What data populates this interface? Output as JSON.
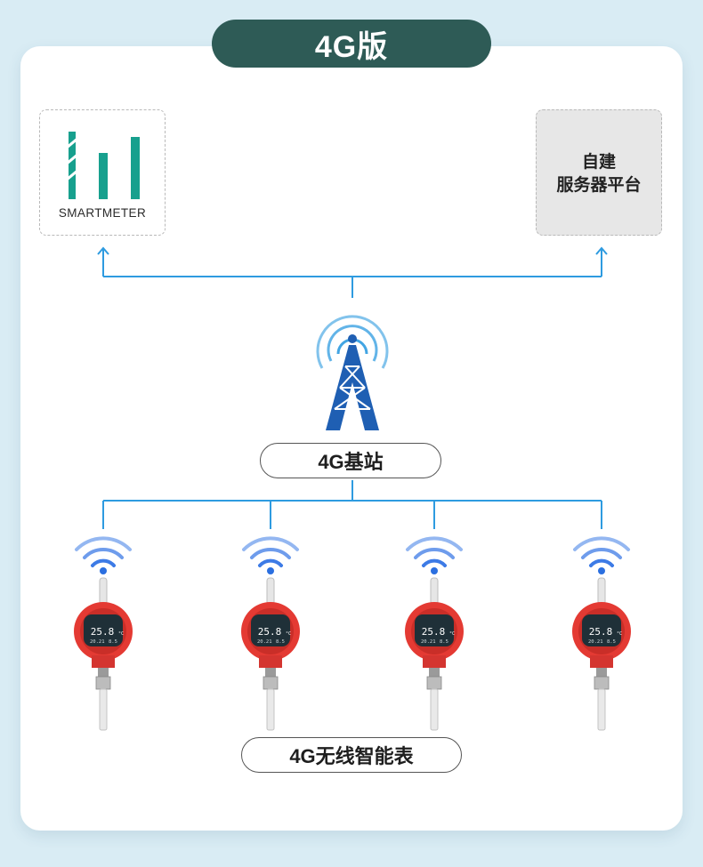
{
  "header": {
    "title": "4G版"
  },
  "platform_left": {
    "logo_text": "SMARTMETER"
  },
  "platform_right": {
    "line1": "自建",
    "line2": "服务器平台"
  },
  "base_station": {
    "label": "4G基站"
  },
  "meters": {
    "label": "4G无线智能表",
    "items": [
      {
        "reading": "25.8",
        "unit": "°C",
        "sub_left": "20.21",
        "sub_right": "8.5"
      },
      {
        "reading": "25.8",
        "unit": "°C",
        "sub_left": "20.21",
        "sub_right": "8.5"
      },
      {
        "reading": "25.8",
        "unit": "°C",
        "sub_left": "20.21",
        "sub_right": "8.5"
      },
      {
        "reading": "25.8",
        "unit": "°C",
        "sub_left": "20.21",
        "sub_right": "8.5"
      }
    ]
  },
  "colors": {
    "connector": "#2e9be0",
    "header_bg": "#2e5b56",
    "logo_teal": "#17a08e",
    "tower_blue": "#1f5fb3",
    "meter_red": "#e43a33",
    "lcd_bg": "#1f3038"
  }
}
